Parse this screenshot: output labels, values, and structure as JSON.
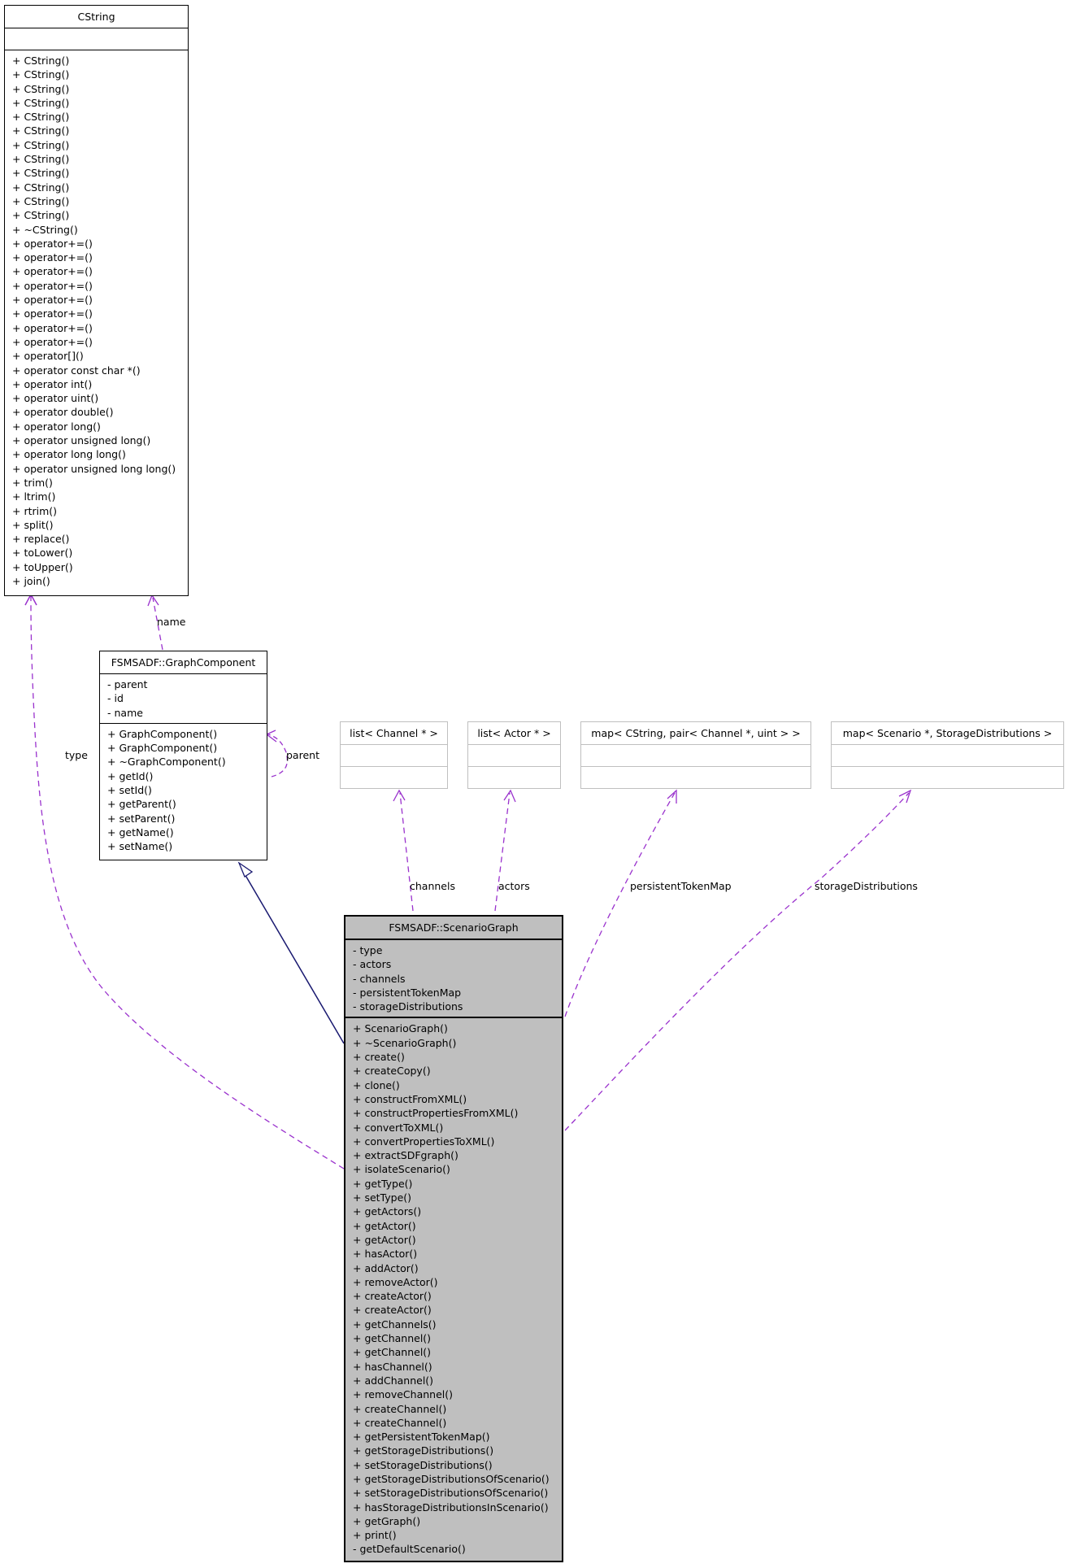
{
  "classes": {
    "cstring": {
      "name": "CString",
      "attributes": [],
      "methods": [
        "+ CString()",
        "+ CString()",
        "+ CString()",
        "+ CString()",
        "+ CString()",
        "+ CString()",
        "+ CString()",
        "+ CString()",
        "+ CString()",
        "+ CString()",
        "+ CString()",
        "+ CString()",
        "+ ~CString()",
        "+ operator+=()",
        "+ operator+=()",
        "+ operator+=()",
        "+ operator+=()",
        "+ operator+=()",
        "+ operator+=()",
        "+ operator+=()",
        "+ operator+=()",
        "+ operator[]()",
        "+ operator const char *()",
        "+ operator int()",
        "+ operator uint()",
        "+ operator double()",
        "+ operator long()",
        "+ operator unsigned long()",
        "+ operator long long()",
        "+ operator unsigned long long()",
        "+ trim()",
        "+ ltrim()",
        "+ rtrim()",
        "+ split()",
        "+ replace()",
        "+ toLower()",
        "+ toUpper()",
        "+ join()"
      ]
    },
    "graphcomponent": {
      "name": "FSMSADF::GraphComponent",
      "attributes": [
        "- parent",
        "- id",
        "- name"
      ],
      "methods": [
        "+ GraphComponent()",
        "+ GraphComponent()",
        "+ ~GraphComponent()",
        "+ getId()",
        "+ setId()",
        "+ getParent()",
        "+ setParent()",
        "+ getName()",
        "+ setName()"
      ]
    },
    "list_channel": {
      "name": "list< Channel * >",
      "attributes": [],
      "methods": []
    },
    "list_actor": {
      "name": "list< Actor * >",
      "attributes": [],
      "methods": []
    },
    "map_cstring": {
      "name": "map< CString, pair< Channel *, uint > >",
      "attributes": [],
      "methods": []
    },
    "map_scenario": {
      "name": "map< Scenario *, StorageDistributions >",
      "attributes": [],
      "methods": []
    },
    "scenariograph": {
      "name": "FSMSADF::ScenarioGraph",
      "attributes": [
        "- type",
        "- actors",
        "- channels",
        "- persistentTokenMap",
        "- storageDistributions"
      ],
      "methods": [
        "+ ScenarioGraph()",
        "+ ~ScenarioGraph()",
        "+ create()",
        "+ createCopy()",
        "+ clone()",
        "+ constructFromXML()",
        "+ constructPropertiesFromXML()",
        "+ convertToXML()",
        "+ convertPropertiesToXML()",
        "+ extractSDFgraph()",
        "+ isolateScenario()",
        "+ getType()",
        "+ setType()",
        "+ getActors()",
        "+ getActor()",
        "+ getActor()",
        "+ hasActor()",
        "+ addActor()",
        "+ removeActor()",
        "+ createActor()",
        "+ createActor()",
        "+ getChannels()",
        "+ getChannel()",
        "+ getChannel()",
        "+ hasChannel()",
        "+ addChannel()",
        "+ removeChannel()",
        "+ createChannel()",
        "+ createChannel()",
        "+ getPersistentTokenMap()",
        "+ getStorageDistributions()",
        "+ setStorageDistributions()",
        "+ getStorageDistributionsOfScenario()",
        "+ setStorageDistributionsOfScenario()",
        "+ hasStorageDistributionsInScenario()",
        "+ getGraph()",
        "+ print()",
        "- getDefaultScenario()"
      ]
    }
  },
  "edge_labels": {
    "name": "name",
    "type": "type",
    "parent": "parent",
    "channels": "channels",
    "actors": "actors",
    "persistentTokenMap": "persistentTokenMap",
    "storageDistributions": "storageDistributions"
  },
  "colors": {
    "usage_edge": "#9a32cd",
    "inheritance_edge": "#191970",
    "focus_fill": "#bfbfbf",
    "external_border": "#bfbfbf"
  }
}
